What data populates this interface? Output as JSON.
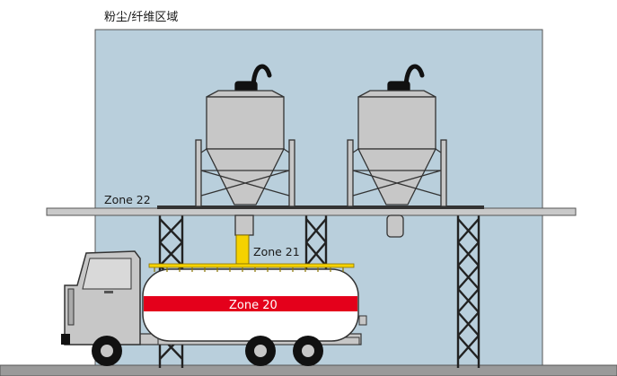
{
  "diagram": {
    "title": "粉尘/纤维区域",
    "zones": {
      "zone22": "Zone 22",
      "zone21": "Zone 21",
      "zone20": "Zone 20"
    },
    "colors": {
      "dust_area": "#b9cfdc",
      "equipment_gray": "#c7c7c7",
      "outline": "#333333",
      "zone20_band": "#e4001b",
      "zone21_tube": "#f5d200",
      "platform": "#c9c9c9"
    }
  }
}
